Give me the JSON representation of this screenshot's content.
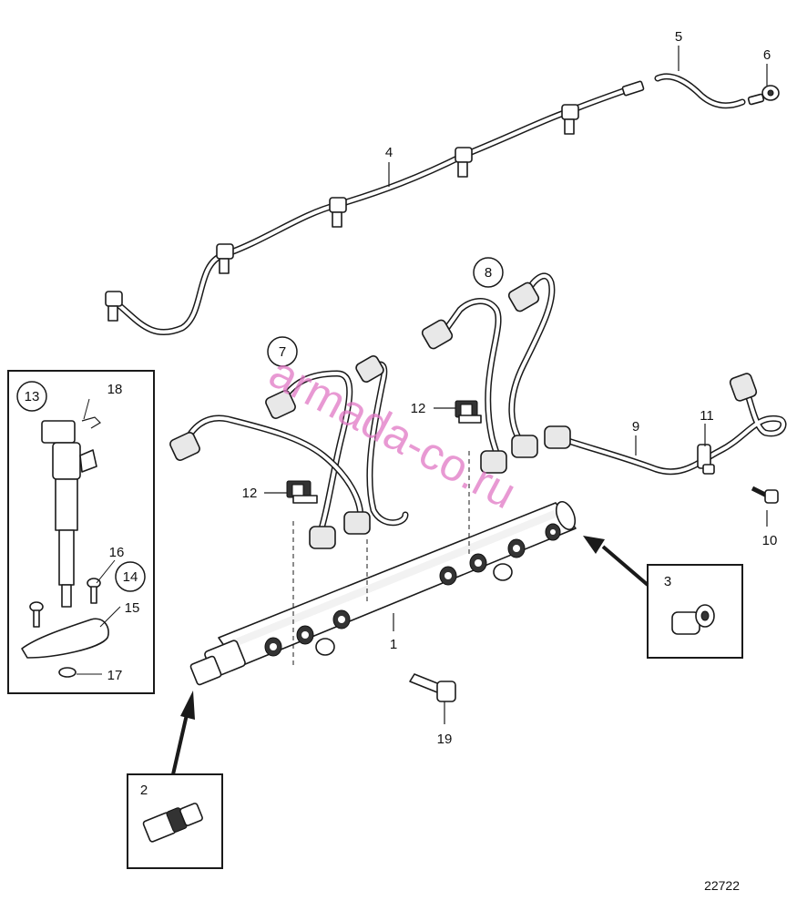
{
  "watermark": "armada-co.ru",
  "figure_number": "22722",
  "callouts": {
    "c1": "1",
    "c2": "2",
    "c3": "3",
    "c4": "4",
    "c5": "5",
    "c6": "6",
    "c7": "7",
    "c8": "8",
    "c9": "9",
    "c10": "10",
    "c11": "11",
    "c12a": "12",
    "c12b": "12",
    "c13": "13",
    "c14": "14",
    "c15": "15",
    "c16": "16",
    "c17": "17",
    "c18": "18",
    "c19": "19"
  },
  "colors": {
    "watermark": "#e178c5",
    "line": "#1a1a1a"
  }
}
